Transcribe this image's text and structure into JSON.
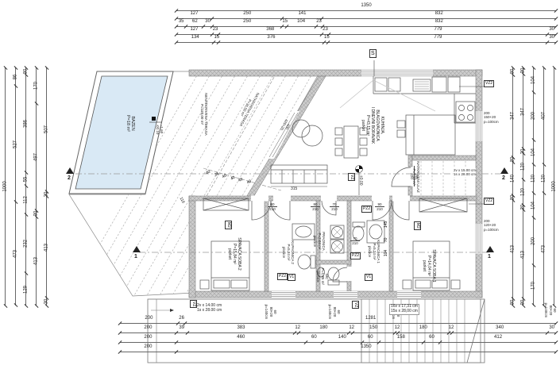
{
  "dims": {
    "top": [
      [
        "1350"
      ],
      [
        "127",
        "250",
        "141",
        "832"
      ],
      [
        "35",
        "62",
        "30",
        "250",
        "15",
        "104",
        "23",
        "832"
      ],
      [
        "127",
        "23",
        "368",
        "23",
        "779",
        "30"
      ],
      [
        "134",
        "15",
        "376",
        "15",
        "779",
        "30"
      ]
    ],
    "bottom": [
      [
        "200",
        "26",
        "1281"
      ],
      [
        "200",
        "39",
        "383",
        "12",
        "180",
        "12",
        "150",
        "12",
        "180",
        "12",
        "340",
        "30"
      ],
      [
        "200",
        "460",
        "60",
        "140",
        "60",
        "158",
        "60",
        "412"
      ],
      [
        "200",
        "1350"
      ]
    ],
    "left": [
      [
        "1000"
      ],
      [
        "86",
        "527",
        "473"
      ],
      [
        "30",
        "386",
        "55",
        "112",
        "232",
        "129"
      ],
      [
        "170",
        "497",
        "30",
        "413"
      ],
      [
        "507",
        "20",
        "413",
        "30"
      ]
    ],
    "right": [
      [
        "30",
        "347",
        "20",
        "140",
        "20",
        "413",
        "30"
      ],
      [
        "30",
        "347",
        "20",
        "120",
        "120",
        "20",
        "413",
        "30"
      ],
      [
        "104",
        "200",
        "104",
        "120",
        "104",
        "200",
        "170"
      ],
      [
        "407",
        "120",
        "473"
      ],
      [
        "1000"
      ]
    ]
  },
  "labels": {
    "pool": [
      "BAZEN",
      "P=18 m²"
    ],
    "terrace_open": [
      "NENATKRIVENA TERASA",
      "P=120,00 m²"
    ],
    "terrace_covered": [
      "NATKRIVENA TERASA",
      "P=36,50 m²"
    ],
    "living": [
      "KUHINJA,",
      "BLAGOVAONICA",
      "I DNEVNI BORAVAK",
      "P=43,15 m²",
      "parket"
    ],
    "entry": [
      "NATKRIVENI ULAZ",
      "P=7,12 m²"
    ],
    "bedroom2": [
      "SPAVAĆA SOBA 2",
      "P=15,84 m²",
      "parket"
    ],
    "bath2": [
      "KUPAONICA 2",
      "P=5,24 m²",
      "pločice"
    ],
    "laundry": [
      "PRAONICA",
      "P=2,04 m²",
      "pločice"
    ],
    "wc": [
      "WC",
      "P=1,85 m²",
      "pločice"
    ],
    "bath1": [
      "KUPAONICA 1",
      "P=5,24 m²",
      "pločice"
    ],
    "bedroom1": [
      "SPAVAĆA SOBA 1",
      "P=14,04 m²",
      "parket"
    ]
  },
  "levels": {
    "main": "±0.00",
    "pool": [
      "-1.60",
      "-02.10"
    ]
  },
  "north": "S",
  "markers": {
    "vz": "VZ",
    "vz2": "VZ2",
    "m2": "M2",
    "pz2": "PZ2",
    "v1": "V1"
  },
  "openings": {
    "door_main": [
      "105",
      "220"
    ],
    "door_90": [
      "90",
      "210"
    ],
    "door_80": [
      "80",
      "210"
    ],
    "door_70": [
      "70",
      "210"
    ],
    "win_kitchen": [
      "200",
      "150+20",
      "p=100cm"
    ],
    "win_bed1": [
      "200",
      "120+20",
      "p=100cm"
    ],
    "win_small": [
      "60",
      "80+20",
      "p=140cm"
    ],
    "slider": [
      "400",
      "420+20"
    ]
  },
  "stairs": {
    "south": [
      "2v x 14.00 cm",
      "1s x 28.00 cm"
    ],
    "main": [
      "16v x 17,31 cm",
      "15s x 28,00 cm"
    ],
    "entry": [
      "2v x 15.00 cm",
      "1s x 28.00 cm"
    ]
  },
  "inner": {
    "sofa": "315",
    "ticks": [
      "40",
      "36",
      "40",
      "40",
      "40",
      "40"
    ],
    "d116": "116",
    "bed1_wall": [
      "145",
      "70",
      "104"
    ]
  },
  "sections": {
    "s1": "1",
    "s2": "2"
  },
  "colors": {
    "pool_fill": "#d9e9f5",
    "wall_fill": "#cdcdcd",
    "line": "#555555"
  }
}
